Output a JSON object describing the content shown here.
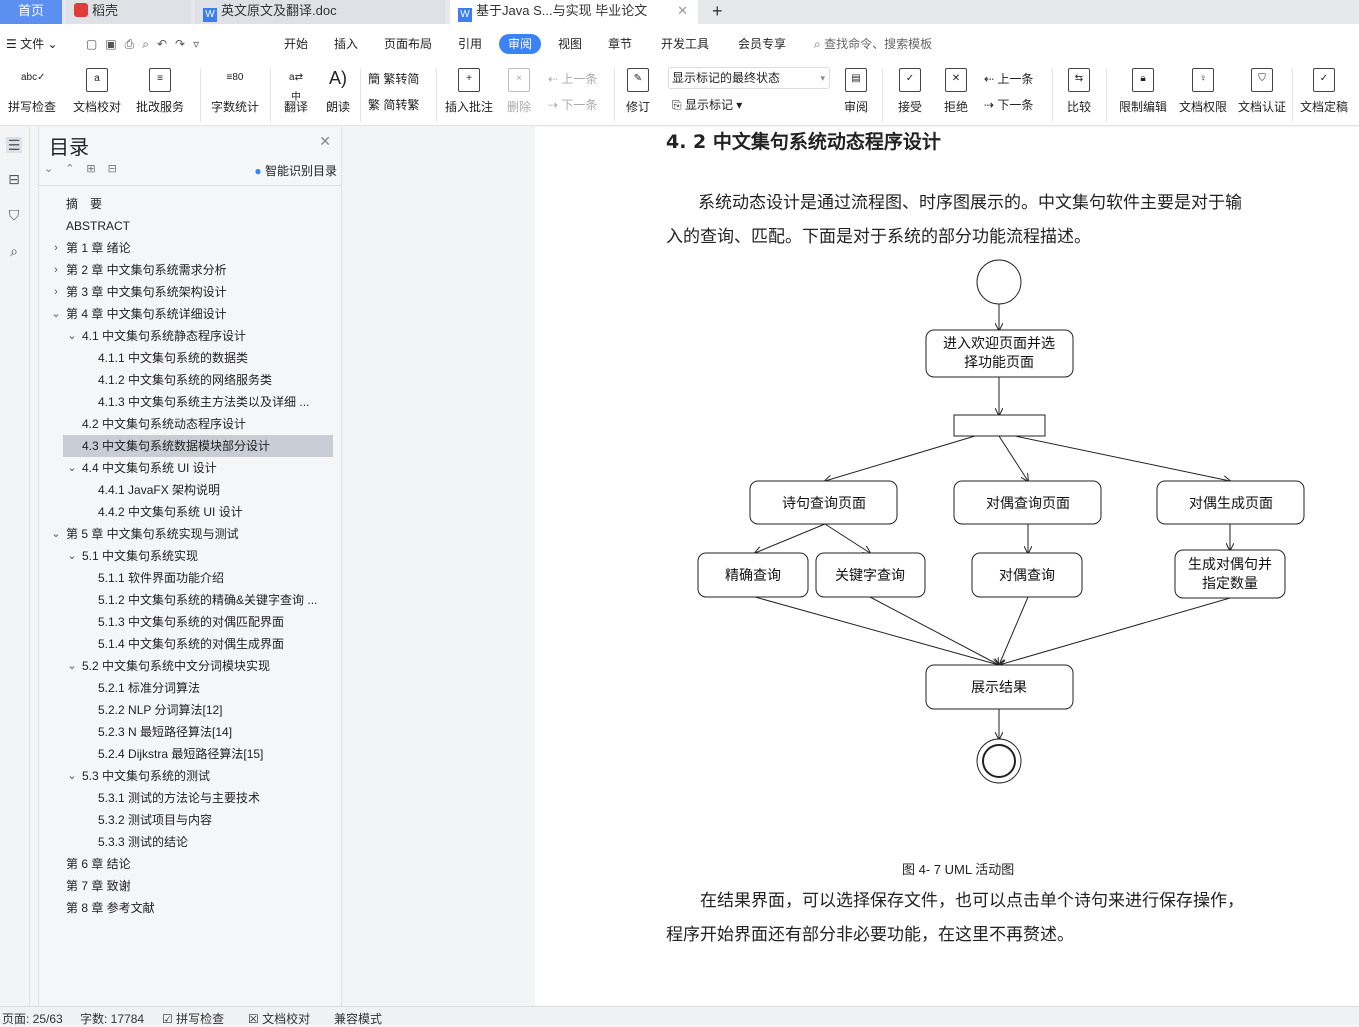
{
  "tabs": {
    "home": "首页",
    "t1": "稻壳",
    "t2": "英文原文及翻译.doc",
    "t3": "基于Java S...与实现 毕业论文",
    "new": "+"
  },
  "menu": {
    "file": "文件",
    "items": [
      "开始",
      "插入",
      "页面布局",
      "引用",
      "审阅",
      "视图",
      "章节",
      "开发工具",
      "会员专享"
    ],
    "active": "审阅",
    "search": "查找命令、搜索模板"
  },
  "ribbon": {
    "spell": "拼写检查",
    "proof": "文档校对",
    "correct": "批改服务",
    "wordcount": "字数统计",
    "translate": "翻译",
    "read": "朗读",
    "t2s": "繁转简",
    "s2t": "简转繁",
    "insert_comment": "插入批注",
    "delete": "删除",
    "prev": "上一条",
    "next": "下一条",
    "revise": "修订",
    "markup_select": "显示标记的最终状态",
    "show_markup": "显示标记",
    "review": "审阅",
    "accept": "接受",
    "reject": "拒绝",
    "prev2": "上一条",
    "next2": "下一条",
    "compare": "比较",
    "restrict": "限制编辑",
    "perm": "文档权限",
    "cert": "文档认证",
    "final": "文档定稿"
  },
  "toc": {
    "title": "目录",
    "smart": "智能识别目录",
    "items": [
      {
        "label": "摘　要",
        "level": 0,
        "chev": ""
      },
      {
        "label": "ABSTRACT",
        "level": 0,
        "chev": ""
      },
      {
        "label": "第 1 章  绪论",
        "level": 0,
        "chev": ">"
      },
      {
        "label": "第 2 章  中文集句系统需求分析",
        "level": 0,
        "chev": ">"
      },
      {
        "label": "第 3 章  中文集句系统架构设计",
        "level": 0,
        "chev": ">"
      },
      {
        "label": "第 4 章  中文集句系统详细设计",
        "level": 0,
        "chev": "v"
      },
      {
        "label": "4.1    中文集句系统静态程序设计",
        "level": 1,
        "chev": "v"
      },
      {
        "label": "4.1.1    中文集句系统的数据类",
        "level": 2,
        "chev": ""
      },
      {
        "label": "4.1.2    中文集句系统的网络服务类",
        "level": 2,
        "chev": ""
      },
      {
        "label": "4.1.3    中文集句系统主方法类以及详细 ...",
        "level": 2,
        "chev": ""
      },
      {
        "label": "4.2    中文集句系统动态程序设计",
        "level": 1,
        "chev": ""
      },
      {
        "label": "4.3  中文集句系统数据模块部分设计",
        "level": 1,
        "chev": "",
        "selected": true
      },
      {
        "label": "4.4  中文集句系统 UI 设计",
        "level": 1,
        "chev": "v"
      },
      {
        "label": "4.4.1  JavaFX 架构说明",
        "level": 2,
        "chev": ""
      },
      {
        "label": "4.4.2  中文集句系统 UI 设计",
        "level": 2,
        "chev": ""
      },
      {
        "label": "第 5 章  中文集句系统实现与测试",
        "level": 0,
        "chev": "v"
      },
      {
        "label": "5.1  中文集句系统实现",
        "level": 1,
        "chev": "v"
      },
      {
        "label": "5.1.1  软件界面功能介绍",
        "level": 2,
        "chev": ""
      },
      {
        "label": "5.1.2  中文集句系统的精确&关键字查询 ...",
        "level": 2,
        "chev": ""
      },
      {
        "label": "5.1.3  中文集句系统的对偶匹配界面",
        "level": 2,
        "chev": ""
      },
      {
        "label": "5.1.4  中文集句系统的对偶生成界面",
        "level": 2,
        "chev": ""
      },
      {
        "label": "5.2  中文集句系统中文分词模块实现",
        "level": 1,
        "chev": "v"
      },
      {
        "label": "5.2.1  标准分词算法",
        "level": 2,
        "chev": ""
      },
      {
        "label": "5.2.2  NLP 分词算法[12]",
        "level": 2,
        "chev": ""
      },
      {
        "label": "5.2.3  N 最短路径算法[14]",
        "level": 2,
        "chev": ""
      },
      {
        "label": "5.2.4  Dijkstra 最短路径算法[15]",
        "level": 2,
        "chev": ""
      },
      {
        "label": "5.3  中文集句系统的测试",
        "level": 1,
        "chev": "v"
      },
      {
        "label": "5.3.1  测试的方法论与主要技术",
        "level": 2,
        "chev": ""
      },
      {
        "label": "5.3.2  测试项目与内容",
        "level": 2,
        "chev": ""
      },
      {
        "label": "5.3.3  测试的结论",
        "level": 2,
        "chev": ""
      },
      {
        "label": "第 6 章  结论",
        "level": 0,
        "chev": ""
      },
      {
        "label": "第 7 章  致谢",
        "level": 0,
        "chev": ""
      },
      {
        "label": "第 8 章  参考文献",
        "level": 0,
        "chev": ""
      }
    ]
  },
  "doc": {
    "heading": "4. 2    中文集句系统动态程序设计",
    "p1a": "系统动态设计是通过流程图、时序图展示的。中文集句软件主要是对于输",
    "p1b": "入的查询、匹配。下面是对于系统的部分功能流程描述。",
    "caption": "图  4- 7 UML 活动图",
    "p2a": "在结果界面，可以选择保存文件，也可以点击单个诗句来进行保存操作，",
    "p2b": "程序开始界面还有部分非必要功能，在这里不再赘述。"
  },
  "diagram": {
    "welcome_1": "进入欢迎页面并选",
    "welcome_2": "择功能页面",
    "poem_query": "诗句查询页面",
    "couplet_query_page": "对偶查询页面",
    "couplet_gen_page": "对偶生成页面",
    "exact": "精确查询",
    "keyword": "关键字查询",
    "couplet_query": "对偶查询",
    "gen_1": "生成对偶句并",
    "gen_2": "指定数量",
    "result": "展示结果"
  },
  "status": {
    "page": "页面: 25/63",
    "words": "字数: 17784",
    "spell": "拼写检查",
    "proof": "文档校对",
    "compat": "兼容模式"
  },
  "colors": {
    "accent": "#3b82f6",
    "home_tab": "#5b8ff0"
  }
}
